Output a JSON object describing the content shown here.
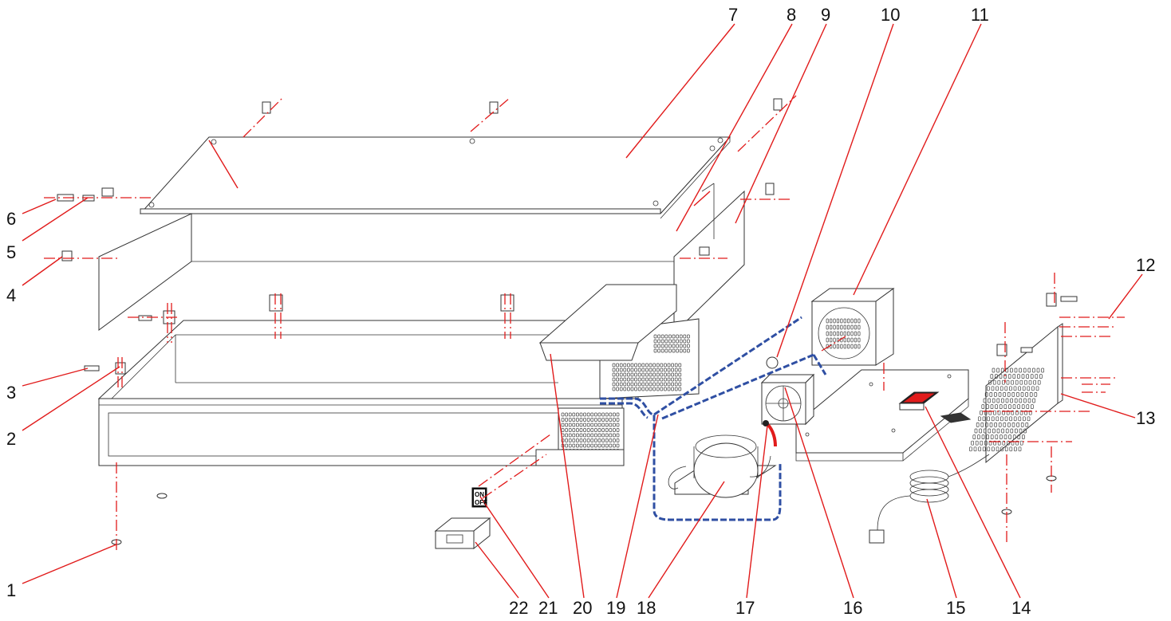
{
  "callouts": [
    {
      "id": "1",
      "label": "1"
    },
    {
      "id": "2",
      "label": "2"
    },
    {
      "id": "3",
      "label": "3"
    },
    {
      "id": "4",
      "label": "4"
    },
    {
      "id": "5",
      "label": "5"
    },
    {
      "id": "6",
      "label": "6"
    },
    {
      "id": "7",
      "label": "7"
    },
    {
      "id": "8",
      "label": "8"
    },
    {
      "id": "9",
      "label": "9"
    },
    {
      "id": "10",
      "label": "10"
    },
    {
      "id": "11",
      "label": "11"
    },
    {
      "id": "12",
      "label": "12"
    },
    {
      "id": "13",
      "label": "13"
    },
    {
      "id": "14",
      "label": "14"
    },
    {
      "id": "15",
      "label": "15"
    },
    {
      "id": "16",
      "label": "16"
    },
    {
      "id": "17",
      "label": "17"
    },
    {
      "id": "18",
      "label": "18"
    },
    {
      "id": "19",
      "label": "19"
    },
    {
      "id": "20",
      "label": "20"
    },
    {
      "id": "21",
      "label": "21"
    },
    {
      "id": "22",
      "label": "22"
    }
  ],
  "switch_text": {
    "on": "ON",
    "off": "OFF"
  },
  "colors": {
    "leader": "#e11b1b",
    "hose": "#2f4fa3",
    "outline": "#333333"
  }
}
